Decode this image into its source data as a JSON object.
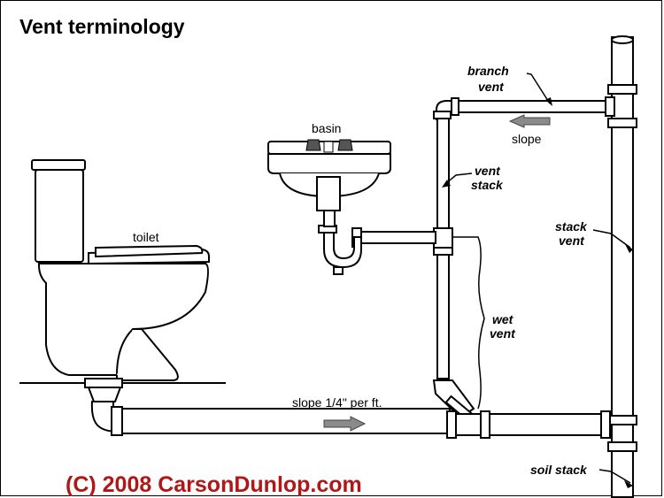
{
  "title": "Vent terminology",
  "labels": {
    "basin": "basin",
    "toilet": "toilet",
    "slope_top": "slope",
    "slope_bottom": "slope 1/4\" per ft.",
    "branch_vent_1": "branch",
    "branch_vent_2": "vent",
    "vent_stack_1": "vent",
    "vent_stack_2": "stack",
    "stack_vent_1": "stack",
    "stack_vent_2": "vent",
    "wet_vent_1": "wet",
    "wet_vent_2": "vent",
    "soil_stack": "soil stack"
  },
  "copyright": "(C) 2008 CarsonDunlop.com",
  "colors": {
    "copyright": "#b01818",
    "arrow": "#8a8a8a"
  }
}
